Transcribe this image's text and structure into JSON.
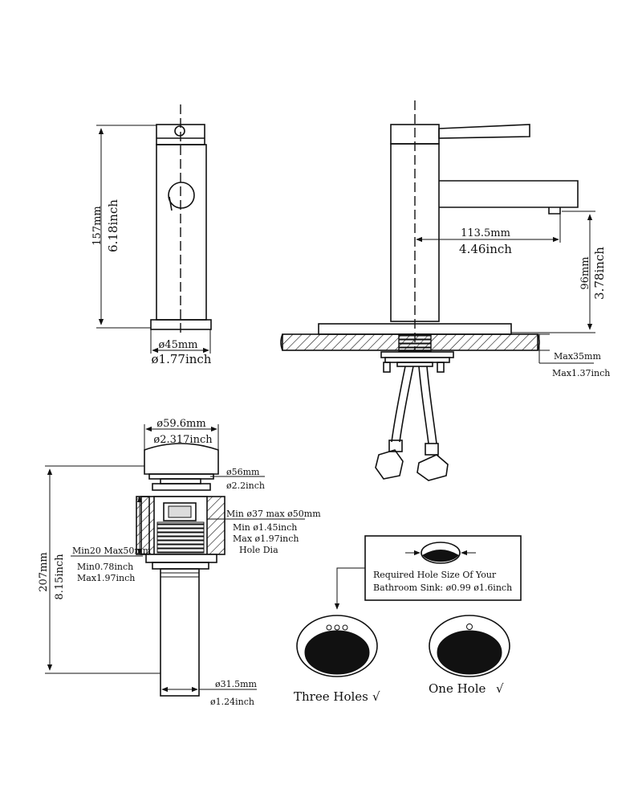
{
  "front_view": {
    "height_mm": "157mm",
    "height_inch": "6.18inch",
    "base_mm": "ø45mm",
    "base_inch": "ø1.77inch"
  },
  "side_view": {
    "reach_mm": "113.5mm",
    "reach_inch": "4.46inch",
    "spout_height_mm": "96mm",
    "spout_height_inch": "3.78inch",
    "deck_max_mm": "Max35mm",
    "deck_max_inch": "Max1.37inch"
  },
  "drain": {
    "cap_mm": "ø59.6mm",
    "cap_inch": "ø2.317inch",
    "flange_mm": "ø56mm",
    "flange_inch": "ø2.2inch",
    "hole_range_mm": "Min ø37 max ø50mm",
    "hole_min_inch": "Min ø1.45inch",
    "hole_max_inch": "Max ø1.97inch",
    "hole_dia": "Hole Dia",
    "thickness_mm": "Min20 Max50mm",
    "thickness_min_inch": "Min0.78inch",
    "thickness_max_inch": "Max1.97inch",
    "total_mm": "207mm",
    "total_inch": "8.15inch",
    "tail_mm": "ø31.5mm",
    "tail_inch": "ø1.24inch"
  },
  "hole_note": {
    "line1": "Required Hole Size Of Your",
    "line2": "Bathroom Sink: ø0.99 ø1.6inch"
  },
  "sinks": {
    "three_holes": "Three Holes",
    "one_hole": "One Hole",
    "check_mark": "√"
  }
}
